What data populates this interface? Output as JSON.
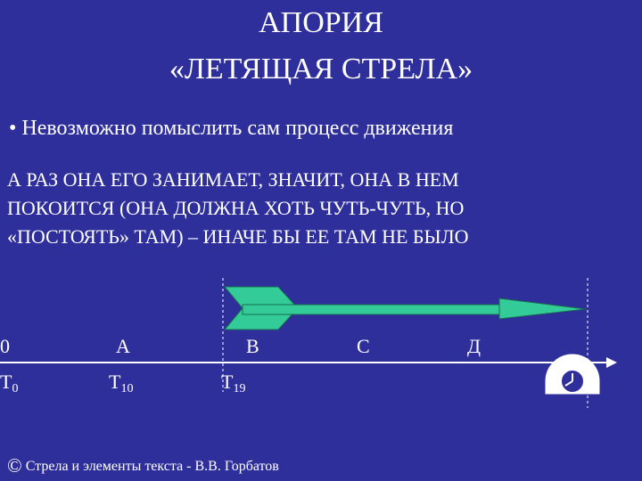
{
  "title": {
    "line1": "АПОРИЯ",
    "line2": "«ЛЕТЯЩАЯ СТРЕЛА»"
  },
  "bullet": {
    "marker": "•",
    "text": "Невозможно помыслить сам процесс движения"
  },
  "body": {
    "lines": [
      "А РАЗ ОНА ЕГО ЗАНИМАЕТ, ЗНАЧИТ, ОНА В НЕМ",
      "ПОКОИТСЯ (ОНА ДОЛЖНА ХОТЬ ЧУТЬ-ЧУТЬ, НО",
      "«ПОСТОЯТЬ» ТАМ) – ИНАЧЕ БЫ ЕЕ ТАМ НЕ БЫЛО"
    ]
  },
  "points": [
    "0",
    "А",
    "В",
    "С",
    "Д"
  ],
  "times": [
    {
      "base": "Т",
      "sub": "0"
    },
    {
      "base": "Т",
      "sub": "10"
    },
    {
      "base": "Т",
      "sub": "19"
    }
  ],
  "footer": {
    "symbol": "©",
    "text": "Стрела и элементы текста - В.В. Горбатов"
  },
  "colors": {
    "background": "#2f2f9c",
    "arrow": "#33cc99",
    "text": "#ffffff"
  },
  "icons": {
    "clock": "clock-icon"
  }
}
